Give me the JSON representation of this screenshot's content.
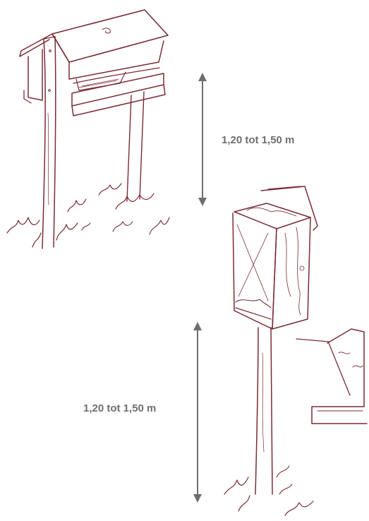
{
  "colors": {
    "sketch": "#7a2b34",
    "arrow": "#6e6e6e",
    "label": "#6e6e6e",
    "background": "#ffffff"
  },
  "measurements": {
    "top_label": "1,20 tot 1,50 m",
    "bottom_label": "1,20 tot 1,50 m"
  },
  "illustrations": {
    "top": "roofed-platform-feeder-on-two-posts",
    "bottom": "hopper-feeder-with-hinged-lid-on-post"
  }
}
